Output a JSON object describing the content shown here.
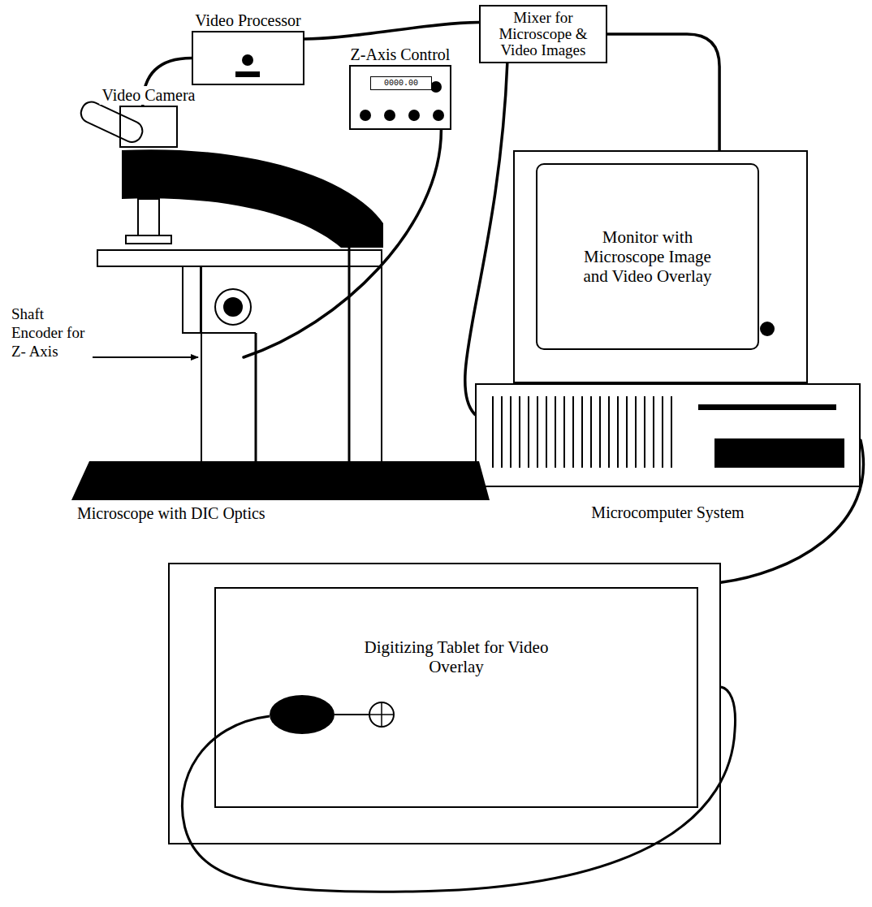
{
  "diagram": {
    "nodes": [
      {
        "text": [
          "Video Processor"
        ]
      },
      {
        "text": [
          "Mixer for Microscope & Video Images"
        ]
      },
      {
        "text": [
          "Video Camera"
        ]
      },
      {
        "text": [
          "Z-Axis Control",
          "0000.00"
        ]
      },
      {
        "text": [
          "Monitor with Microscope Image and Video Overlay"
        ]
      },
      {
        "text": [
          "Microscope with DIC Optics"
        ]
      },
      {
        "text": [
          "Microcomputer System"
        ]
      },
      {
        "text": [
          "Digitizing Tablet for Video Overlay"
        ]
      }
    ],
    "edges": [
      {
        "from": 2,
        "to": 0,
        "arrow": "none"
      },
      {
        "from": 0,
        "to": 1,
        "arrow": "none"
      },
      {
        "from": 1,
        "to": 4,
        "arrow": "none"
      },
      {
        "from": 1,
        "to": 6,
        "arrow": "none"
      },
      {
        "from": 3,
        "to": 5,
        "arrow": "none"
      },
      {
        "from": 6,
        "to": 7,
        "arrow": "none"
      }
    ],
    "labels": [
      "Shaft Encoder for Z- Axis"
    ]
  }
}
